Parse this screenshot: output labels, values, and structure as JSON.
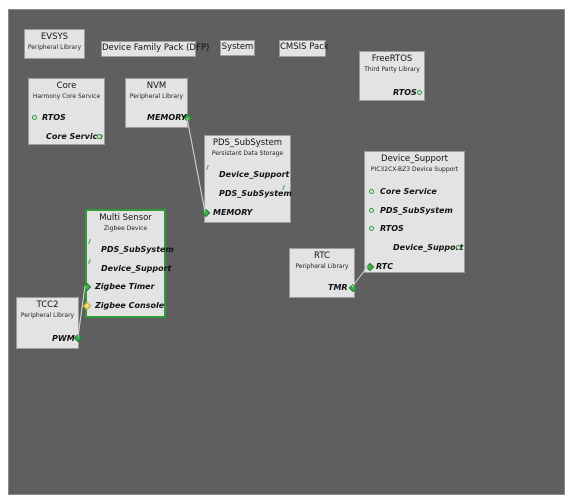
{
  "components": {
    "evsys": {
      "title": "EVSYS",
      "subtitle": "Peripheral Library"
    },
    "dfp": {
      "title": "Device Family Pack (DFP)"
    },
    "system": {
      "title": "System"
    },
    "cmsis": {
      "title": "CMSIS Pack"
    },
    "freertos": {
      "title": "FreeRTOS",
      "subtitle": "Third Party Library",
      "ports": [
        "RTOS"
      ]
    },
    "core": {
      "title": "Core",
      "subtitle": "Harmony Core Service",
      "ports": [
        "RTOS",
        "Core Service"
      ]
    },
    "nvm": {
      "title": "NVM",
      "subtitle": "Peripheral Library",
      "ports": [
        "MEMORY"
      ]
    },
    "pds": {
      "title": "PDS_SubSystem",
      "subtitle": "Persistant Data Storage",
      "ports": [
        "Device_Support",
        "PDS_SubSystem",
        "MEMORY"
      ]
    },
    "device_support": {
      "title": "Device_Support",
      "subtitle": "PIC32CX-BZ3 Device Support",
      "ports": [
        "Core Service",
        "PDS_SubSystem",
        "RTOS",
        "Device_Support",
        "RTC"
      ]
    },
    "multi_sensor": {
      "title": "Multi Sensor",
      "subtitle": "Zigbee Device",
      "ports": [
        "PDS_SubSystem",
        "Device_Support",
        "Zigbee Timer",
        "Zigbee Console"
      ]
    },
    "rtc": {
      "title": "RTC",
      "subtitle": "Peripheral Library",
      "ports": [
        "TMR"
      ]
    },
    "tcc2": {
      "title": "TCC2",
      "subtitle": "Peripheral Library",
      "ports": [
        "PWM"
      ]
    }
  },
  "colors": {
    "canvas": "#5f5f5f",
    "box": "#e3e3e3",
    "connector": "#3fae49",
    "selected_border": "#2f9a3a",
    "wire": "#d8d8d8"
  }
}
